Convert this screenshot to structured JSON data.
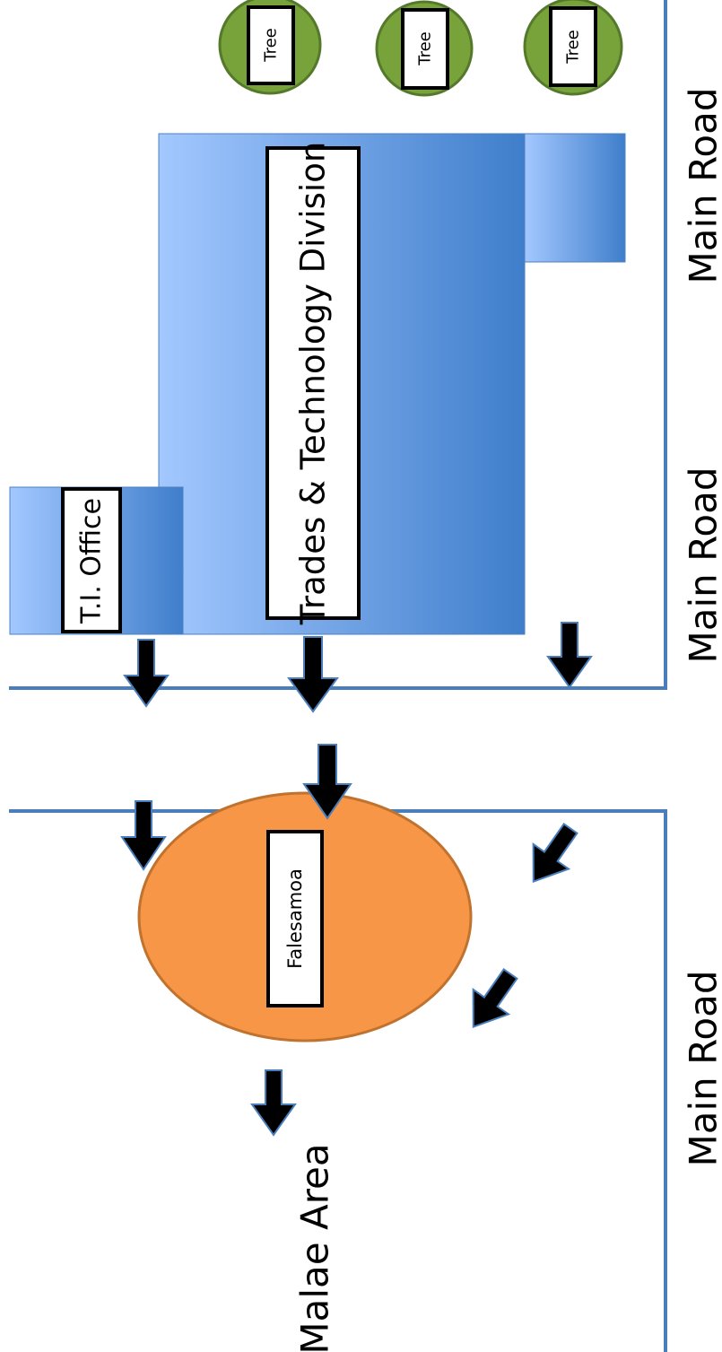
{
  "labels": {
    "tree_1": "Tree",
    "tree_2": "Tree",
    "tree_3": "Tree",
    "ti_office": "T.I. Office",
    "trades_division": "Trades & Technology Division",
    "falesamoa": "Falesamoa",
    "malae_area": "Malae Area",
    "main_road_top": "Main Road",
    "main_road_middle": "Main Road",
    "main_road_bottom": "Main Road"
  },
  "colors": {
    "road_line": "#4a7ebb",
    "building_light": "#a3c8ff",
    "building_dark": "#3f7ecb",
    "building_edge": "#4f81bd",
    "tree_fill": "#77a33a",
    "tree_edge": "#55792a",
    "fale_fill": "#f79646",
    "fale_edge": "#c0722f",
    "arrow": "#000000",
    "arrow_edge": "#4a7ebb"
  }
}
